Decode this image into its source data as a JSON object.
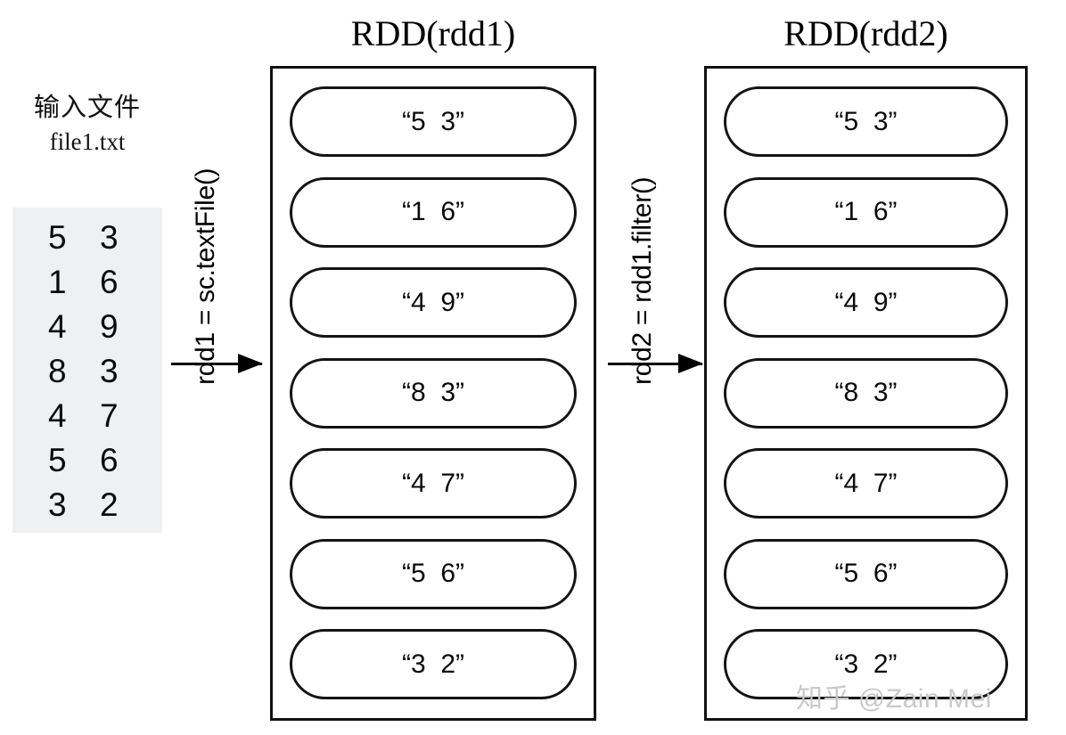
{
  "input": {
    "label_cn": "输入文件",
    "filename": "file1.txt",
    "rows": [
      {
        "a": "5",
        "b": "3"
      },
      {
        "a": "1",
        "b": "6"
      },
      {
        "a": "4",
        "b": "9"
      },
      {
        "a": "8",
        "b": "3"
      },
      {
        "a": "4",
        "b": "7"
      },
      {
        "a": "5",
        "b": "6"
      },
      {
        "a": "3",
        "b": "2"
      }
    ]
  },
  "arrows": [
    {
      "label": "rdd1 = sc.textFile()"
    },
    {
      "label": "rdd2 = rdd1.filter()"
    }
  ],
  "rdd1": {
    "title": "RDD(rdd1)",
    "items": [
      "“5  3”",
      "“1  6”",
      "“4  9”",
      "“8  3”",
      "“4  7”",
      "“5  6”",
      "“3  2”"
    ]
  },
  "rdd2": {
    "title": "RDD(rdd2)",
    "items": [
      "“5  3”",
      "“1  6”",
      "“4  9”",
      "“8  3”",
      "“4  7”",
      "“5  6”",
      "“3  2”"
    ]
  },
  "watermark": "知乎 @Zain Mei",
  "colors": {
    "background": "#ffffff",
    "stroke": "#111111",
    "input_box_fill": "#eff0f1",
    "watermark": "#c9c9c9"
  }
}
